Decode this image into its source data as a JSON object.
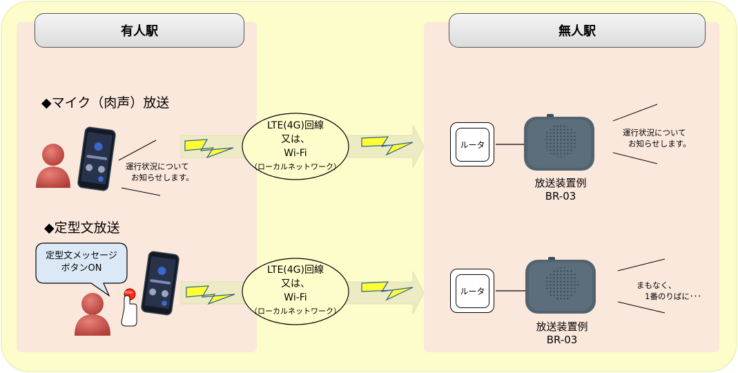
{
  "stations": {
    "manned": "有人駅",
    "unmanned": "無人駅"
  },
  "sections": {
    "mic": "◆マイク（肉声）放送",
    "fixed": "◆定型文放送"
  },
  "network": {
    "line1": "LTE(4G)回線",
    "line2": "又は、",
    "line3": "Wi-Fi",
    "line4": "（ローカルネットワーク）"
  },
  "router_label": "ルータ",
  "device": {
    "name": "放送装置例",
    "model": "BR-03"
  },
  "speech": {
    "mic_phone": [
      "運行状況について",
      "お知らせします。"
    ],
    "mic_device": [
      "運行状況について",
      "お知らせします。"
    ],
    "fixed_device": [
      "まもなく、",
      "1番のりばに･･･"
    ]
  },
  "callout": {
    "line1": "定型文メッセージ",
    "line2": "ボタンON"
  },
  "push_label": "PUSH",
  "colors": {
    "outer_bg": "#fdfdcb",
    "panel_bg": "#fbe8dc",
    "arrow": "#ecebc4",
    "bolt": "#ffff33",
    "person": "#c8524a",
    "device": "#52636f",
    "callout": "#dbe9f6"
  }
}
